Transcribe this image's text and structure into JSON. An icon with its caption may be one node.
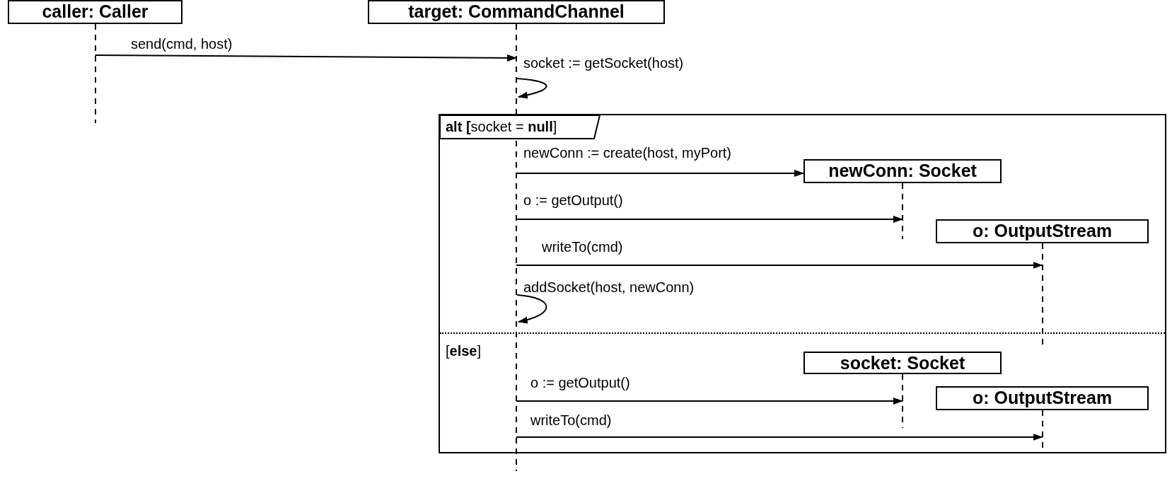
{
  "diagram": {
    "nodes": [
      {
        "text": [
          "caller: Caller"
        ]
      },
      {
        "text": [
          "target: CommandChannel"
        ]
      },
      {
        "text": [],
        "shape": "lifeline"
      },
      {
        "text": [
          "**alt [**socket = **null**]",
          "[**else**]"
        ]
      },
      {
        "text": [
          "newConn: Socket"
        ],
        "in": 3
      },
      {
        "text": [
          "o: OutputStream"
        ],
        "in": 3
      },
      {
        "text": [
          "socket: Socket"
        ],
        "in": 3
      },
      {
        "text": [
          "o: OutputStream"
        ],
        "in": 3
      }
    ],
    "edges": [
      {
        "from": 0,
        "to": 2,
        "arrow": "to",
        "label": "send(cmd, host)"
      },
      {
        "from": 2,
        "to": 2,
        "arrow": "to",
        "label": "socket := getSocket(host)"
      },
      {
        "from": 2,
        "to": 4,
        "arrow": "to",
        "label": "newConn := create(host, myPort)"
      },
      {
        "from": 2,
        "to": 4,
        "arrow": "to",
        "label": "o := getOutput()"
      },
      {
        "from": 2,
        "to": 5,
        "arrow": "to",
        "label": "writeTo(cmd)"
      },
      {
        "from": 2,
        "to": 2,
        "arrow": "to",
        "label": "addSocket(host, newConn)"
      },
      {
        "from": 2,
        "to": 6,
        "arrow": "to",
        "label": "o := getOutput()"
      },
      {
        "from": 2,
        "to": 7,
        "arrow": "to",
        "label": "writeTo(cmd)"
      }
    ]
  }
}
